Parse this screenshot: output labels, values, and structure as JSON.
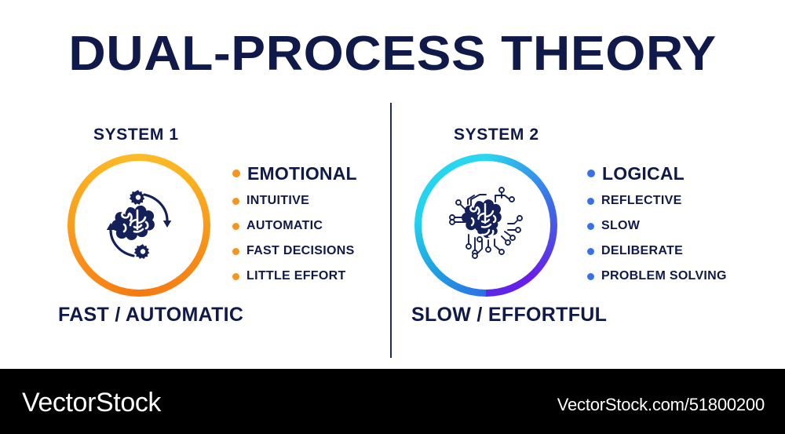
{
  "page": {
    "title": "DUAL-PROCESS THEORY",
    "background": "#ffffff",
    "text_color": "#101a4a"
  },
  "divider": {
    "color": "#1b2b63"
  },
  "systems": [
    {
      "label": "SYSTEM 1",
      "caption": "FAST / AUTOMATIC",
      "icon": "brain-gears-cycle-icon",
      "ring_gradient_from": "#fcbc2a",
      "ring_gradient_to": "#f57a11",
      "bullet_color": "#f7941e",
      "items": [
        "EMOTIONAL",
        "INTUITIVE",
        "AUTOMATIC",
        "FAST DECISIONS",
        "LITTLE EFFORT"
      ]
    },
    {
      "label": "SYSTEM 2",
      "caption": "SLOW / EFFORTFUL",
      "icon": "brain-circuit-ai-icon",
      "ring_gradient_from": "#22d3ee",
      "ring_gradient_to": "#6a1be8",
      "bullet_color": "#3b6fe6",
      "items": [
        "LOGICAL",
        "REFLECTIVE",
        "SLOW",
        "DELIBERATE",
        "PROBLEM SOLVING"
      ]
    }
  ],
  "footer": {
    "brand": "VectorStock",
    "url": "VectorStock.com/51800200",
    "background": "#000000",
    "text_color": "#ffffff"
  }
}
